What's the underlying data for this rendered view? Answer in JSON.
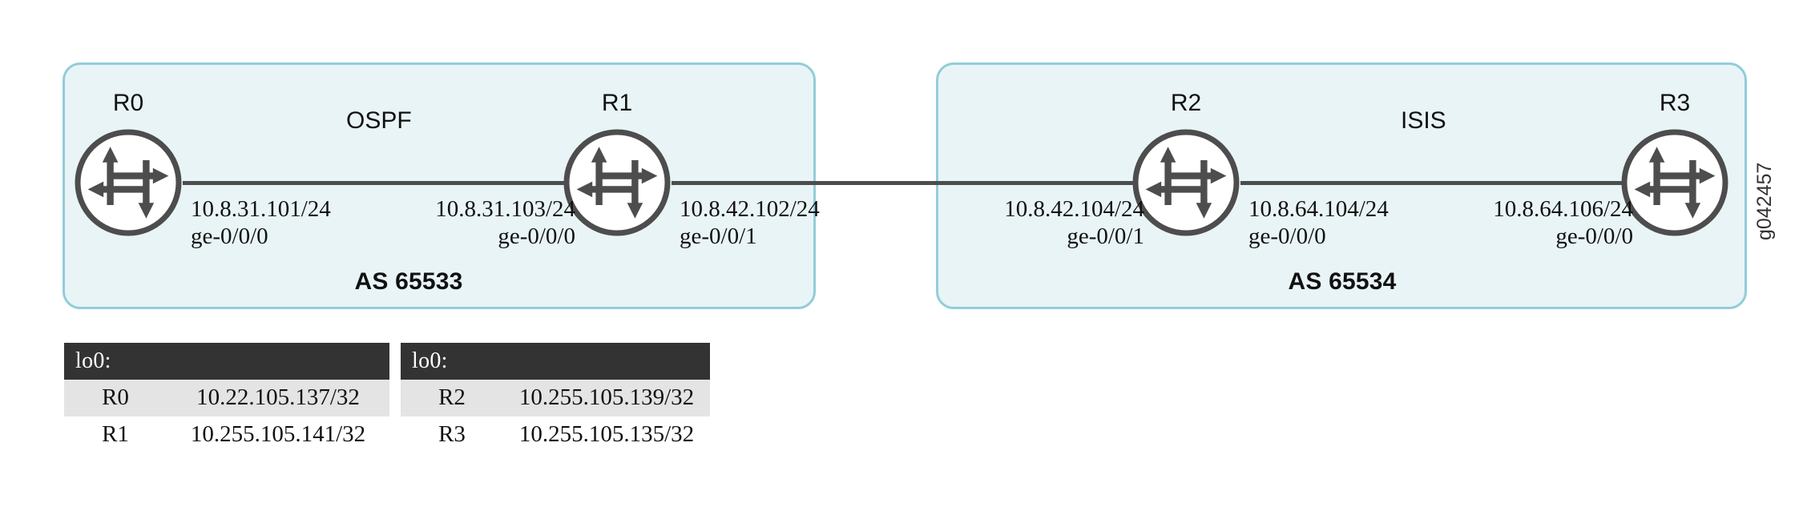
{
  "diagram": {
    "watermark": "g042457",
    "colors": {
      "as_fill": "#e9f4f7",
      "as_border": "#92cdd8",
      "link": "#4d4d4d",
      "router_stroke": "#4d4d4d",
      "table_header_bg": "#333333",
      "table_alt_row_bg": "#e4e4e4"
    },
    "autonomous_systems": [
      {
        "id": "left",
        "label": "AS 65533",
        "protocol": "OSPF"
      },
      {
        "id": "right",
        "label": "AS 65534",
        "protocol": "ISIS"
      }
    ],
    "routers": [
      {
        "id": "r0",
        "name": "R0",
        "icon": "router-icon"
      },
      {
        "id": "r1",
        "name": "R1",
        "icon": "router-icon"
      },
      {
        "id": "r2",
        "name": "R2",
        "icon": "router-icon"
      },
      {
        "id": "r3",
        "name": "R3",
        "icon": "router-icon"
      }
    ],
    "interfaces": [
      {
        "id": "r0-right",
        "router": "R0",
        "address": "10.8.31.101/24",
        "port": "ge-0/0/0",
        "align": "left"
      },
      {
        "id": "r1-left",
        "router": "R1",
        "address": "10.8.31.103/24",
        "port": "ge-0/0/0",
        "align": "right"
      },
      {
        "id": "r1-right",
        "router": "R1",
        "address": "10.8.42.102/24",
        "port": "ge-0/0/1",
        "align": "left"
      },
      {
        "id": "r2-left",
        "router": "R2",
        "address": "10.8.42.104/24",
        "port": "ge-0/0/1",
        "align": "right"
      },
      {
        "id": "r2-right",
        "router": "R2",
        "address": "10.8.64.104/24",
        "port": "ge-0/0/0",
        "align": "left"
      },
      {
        "id": "r3-left",
        "router": "R3",
        "address": "10.8.64.106/24",
        "port": "ge-0/0/0",
        "align": "right"
      }
    ],
    "links": [
      {
        "id": "r0-r1",
        "from": "R0",
        "to": "R1"
      },
      {
        "id": "r1-r2",
        "from": "R1",
        "to": "R2"
      },
      {
        "id": "r2-r3",
        "from": "R2",
        "to": "R3"
      }
    ],
    "loopback_tables": [
      {
        "id": "table-1",
        "header": "lo0:",
        "rows": [
          {
            "router": "R0",
            "address": "10.22.105.137/32"
          },
          {
            "router": "R1",
            "address": "10.255.105.141/32"
          }
        ]
      },
      {
        "id": "table-2",
        "header": "lo0:",
        "rows": [
          {
            "router": "R2",
            "address": "10.255.105.139/32"
          },
          {
            "router": "R3",
            "address": "10.255.105.135/32"
          }
        ]
      }
    ]
  }
}
